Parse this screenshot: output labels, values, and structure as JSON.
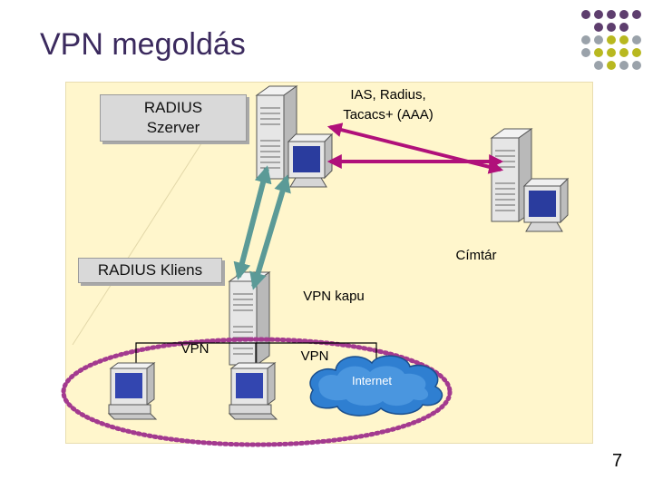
{
  "slide": {
    "title": "VPN megoldás",
    "page_number": "7"
  },
  "labels": {
    "radius_server": "RADIUS Szerver",
    "ias": "IAS, Radius, Tacacs+ (AAA)",
    "cimtar": "Címtár",
    "radius_client": "RADIUS Kliens",
    "vpn_gateway": "VPN kapu",
    "vpn_left": "VPN",
    "vpn_center": "VPN",
    "internet": "Internet"
  },
  "colors": {
    "title": "#3b2a5e",
    "panel": "#fff6cc",
    "magenta_link": "#b0107a",
    "teal_link": "#5b9a97",
    "ellipse": "#a33a8f",
    "dot_purple": "#5e3e6e",
    "dot_olive": "#b8b820",
    "dot_gray": "#9aa2aa"
  }
}
